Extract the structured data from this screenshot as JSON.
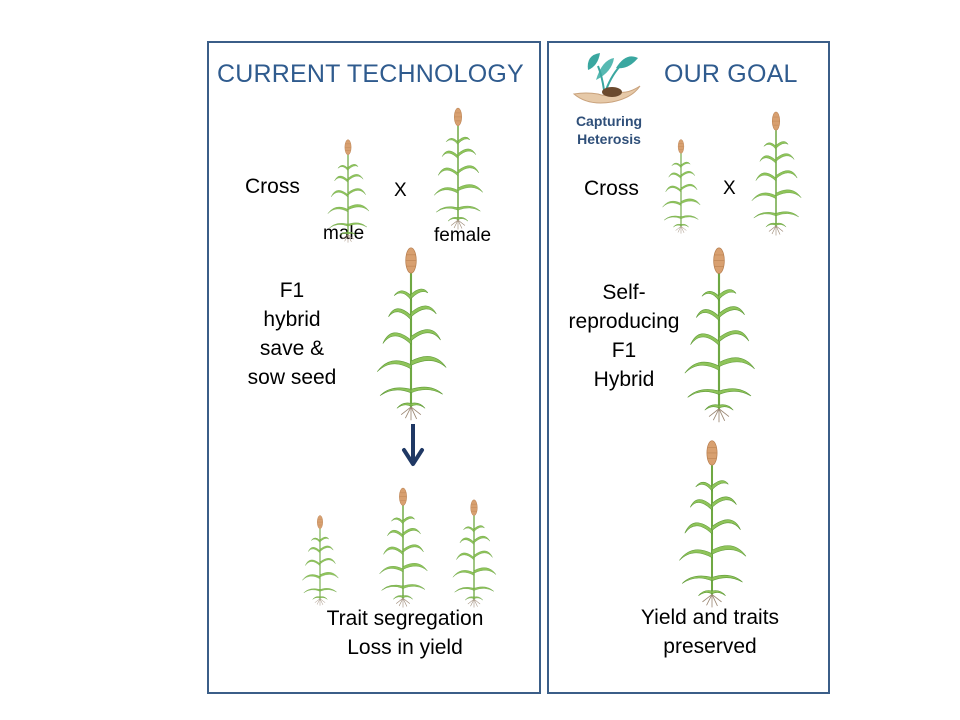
{
  "left": {
    "title": "CURRENT TECHNOLOGY",
    "cross": "Cross",
    "x": "X",
    "male": "male",
    "female": "female",
    "f1_lines": [
      "F1",
      "hybrid",
      "save &",
      "sow seed"
    ],
    "result_lines": [
      "Trait segregation",
      "Loss in yield"
    ]
  },
  "right": {
    "title": "OUR GOAL",
    "logo_lines": [
      "Capturing",
      "Heterosis"
    ],
    "cross": "Cross",
    "x": "X",
    "f1_lines": [
      "Self-",
      "reproducing",
      "F1",
      "Hybrid"
    ],
    "result_lines": [
      "Yield and traits",
      "preserved"
    ]
  },
  "colors": {
    "border": "#3b5e88",
    "title": "#2f5b8e",
    "arrow": "#1f3864",
    "leaf": "#8fc45a",
    "leaf_dark": "#5f9a37",
    "panicle": "#d8a070"
  }
}
